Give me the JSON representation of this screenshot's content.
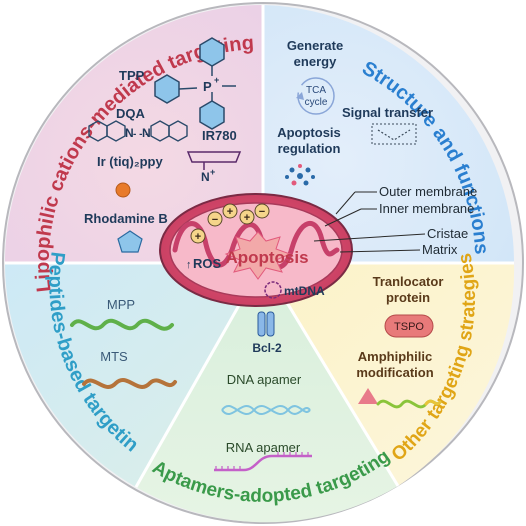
{
  "segments": {
    "lipophilic": {
      "title": "Lipophilic cations-mediated targeting",
      "title_color": "#c0394d"
    },
    "structure": {
      "title": "Structure and functions",
      "title_color": "#2a7fd0"
    },
    "peptides": {
      "title": "Peptides-based targeting",
      "title_color": "#2f9ec7"
    },
    "aptamers": {
      "title": "Aptamers-adopted targeting",
      "title_color": "#3a9a4a"
    },
    "other": {
      "title": "Other targeting strategies",
      "title_color": "#e0a516"
    }
  },
  "lipophilic_items": {
    "tpp": "TPP",
    "tpp_charge": "P",
    "tpp_plus": "+",
    "dqa": "DQA",
    "dqa_n1": "N",
    "dqa_n2": "N",
    "dqa_dashes": "- - -",
    "iridium": "Ir (tiq)₂ppy",
    "ir780": "IR780",
    "ir780_n": "N",
    "ir780_plus": "+",
    "rhodamine": "Rhodamine B"
  },
  "structure_items": {
    "generate_energy_line1": "Generate",
    "generate_energy_line2": "energy",
    "tca_line1": "TCA",
    "tca_line2": "cycle",
    "signal_transfer": "Signal transfer",
    "apoptosis_line1": "Apoptosis",
    "apoptosis_line2": "regulation"
  },
  "mitochondrion": {
    "outer_membrane": "Outer membrane",
    "inner_membrane": "Inner membrane",
    "cristae": "Cristae",
    "matrix": "Matrix",
    "apoptosis": "Apoptosis",
    "ros": "ROS",
    "ros_arrow": "↑",
    "mtdna": "mtDNA",
    "bcl2": "Bcl-2",
    "charge_plus": "+",
    "charge_minus": "−"
  },
  "peptide_items": {
    "mpp": "MPP",
    "mts": "MTS"
  },
  "aptamer_items": {
    "dna": "DNA apamer",
    "rna": "RNA apamer"
  },
  "other_items": {
    "translocator_line1": "Tranlocator",
    "translocator_line2": "protein",
    "tspo": "TSPO",
    "amphiphilic_line1": "Amphiphilic",
    "amphiphilic_line2": "modification"
  }
}
